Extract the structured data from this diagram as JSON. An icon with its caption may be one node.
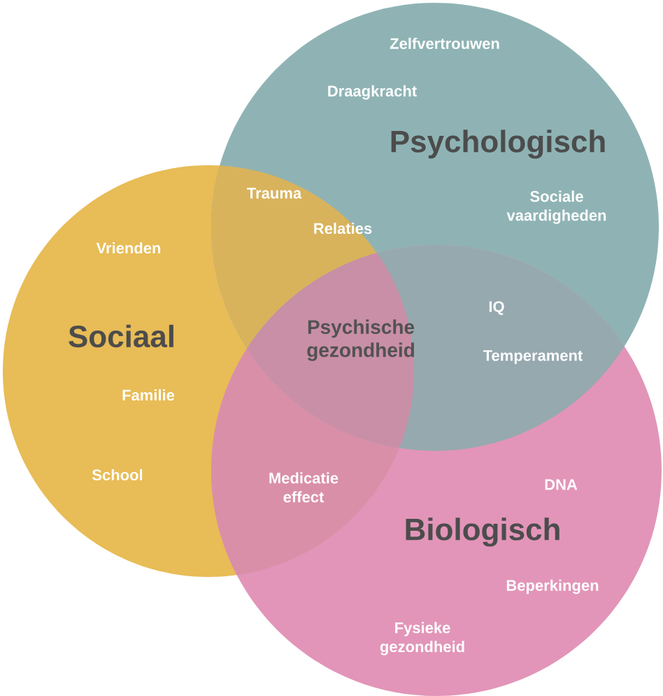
{
  "diagram": {
    "nodes": [
      {
        "text": [
          "Sociaal"
        ]
      },
      {
        "text": [
          "Psychologisch"
        ]
      },
      {
        "text": [
          "Biologisch"
        ]
      }
    ],
    "labels": [
      "Zelfvertrouwen",
      "Draagkracht",
      "Sociale vaardigheden",
      "Trauma",
      "Relaties",
      "Vrienden",
      "IQ",
      "Psychische gezondheid",
      "Temperament",
      "Familie",
      "School",
      "Medicatie effect",
      "DNA",
      "Beperkingen",
      "Fysieke gezondheid"
    ]
  }
}
